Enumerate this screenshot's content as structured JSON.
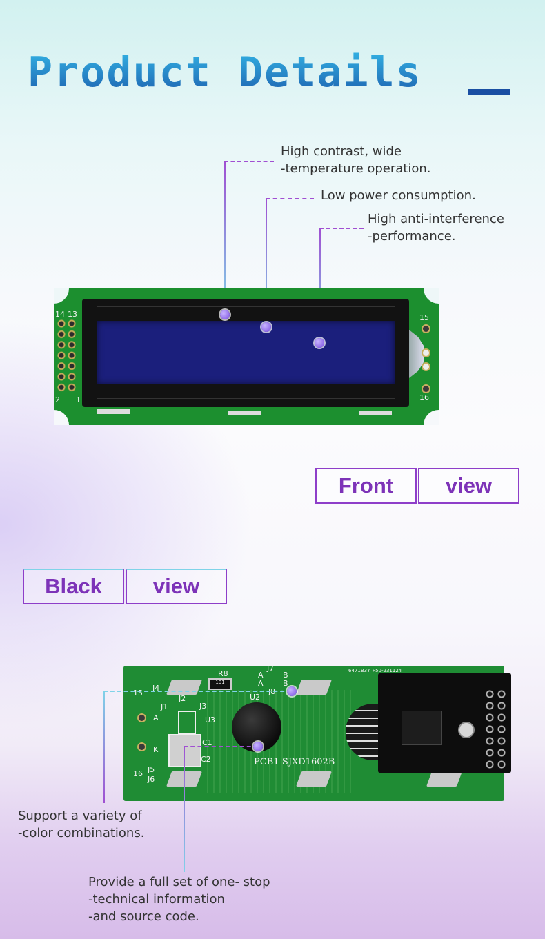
{
  "title": "Product Details",
  "front_callouts": [
    {
      "text": "High contrast, wide\n-temperature operation."
    },
    {
      "text": "Low power consumption."
    },
    {
      "text": "High anti-interference\n-performance."
    }
  ],
  "front_label": {
    "word1": "Front",
    "word2": "view"
  },
  "back_label": {
    "word1": "Black",
    "word2": "view"
  },
  "back_callouts": [
    {
      "text": "Support a variety of\n-color combinations."
    },
    {
      "text": "Provide a full set of one- stop\n-technical information\n-and source code."
    }
  ],
  "board": {
    "front_pins_left": [
      "14",
      "13",
      "2",
      "1"
    ],
    "front_pins_right": [
      "15",
      "16"
    ],
    "back_silk": {
      "pcb_name": "PCB1-SJXD1602B",
      "date_code": "6471B3Y_P50-231124",
      "r8": "R8",
      "r8_value": "101",
      "j7": "J7",
      "j8": "J8",
      "a1": "A",
      "b1": "B",
      "a2": "A",
      "b2": "B",
      "j4": "J4",
      "j1": "J1",
      "j2": "J2",
      "j3": "J3",
      "u2": "U2",
      "u3": "U3",
      "c1": "C1",
      "c2": "C2",
      "p15": "15",
      "p16": "16",
      "a": "A",
      "k": "K",
      "j5": "J5",
      "j6": "J6"
    }
  },
  "colors": {
    "title_gradient": [
      "#34b6e6",
      "#1d5fae"
    ],
    "accent_purple": "#8e3ec9",
    "accent_cyan": "#7fd3e8",
    "pcb_green": "#1c8f2f",
    "lcd_screen": "#1b1f7c"
  }
}
